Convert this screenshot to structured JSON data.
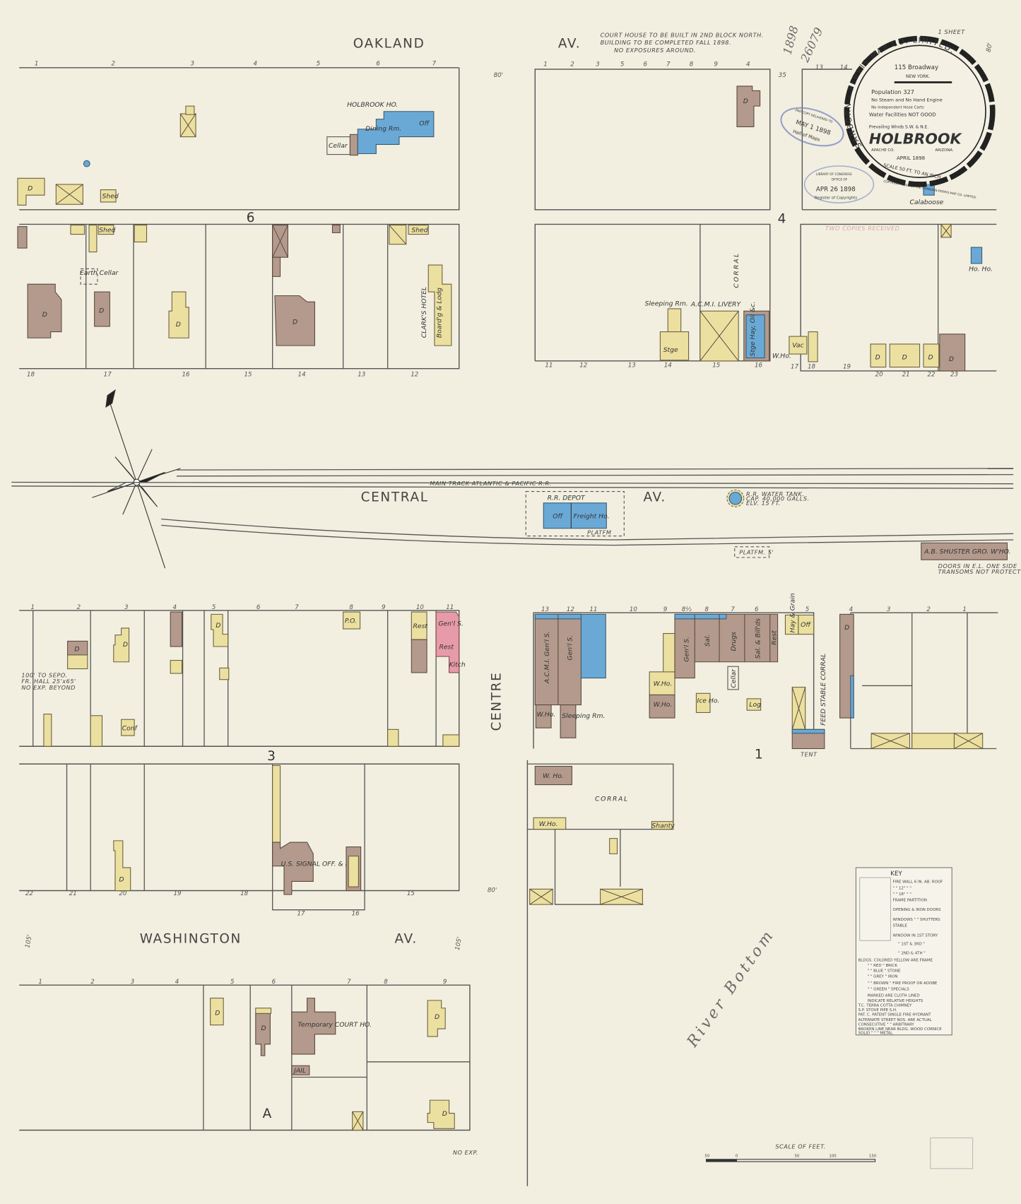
{
  "map": {
    "city": "HOLBROOK",
    "streets": {
      "oakland": "OAKLAND",
      "oakland_av": "AV.",
      "central": "CENTRAL",
      "central_av": "AV.",
      "washington": "WASHINGTON",
      "washington_av": "AV.",
      "centre": "CENTRE",
      "river_bottom": "River Bottom"
    },
    "block_numbers": [
      "6",
      "4",
      "3",
      "1",
      "A"
    ],
    "sheet_label": "1 SHEET",
    "handwritten": [
      "1898",
      "26079"
    ],
    "widths": {
      "w80": "80'",
      "w105": "105'"
    },
    "notes": {
      "court_house": [
        "COURT HOUSE TO BE BUILT IN 2ND BLOCK NORTH.",
        "BUILDING TO BE COMPLETED FALL 1898.",
        "NO EXPOSURES AROUND."
      ],
      "railroad": "MAIN TRACK ATLANTIC & PACIFIC R.R.",
      "water_tank": [
        "R.R. WATER TANK.",
        "CAP. 40,000 GALLS.",
        "ELV. 15 FT."
      ],
      "shuster": [
        "DOORS IN E.L. ONE SIDE",
        "TRANSOMS NOT PROTECTED"
      ],
      "no_exp": "NO EXP.",
      "hall": [
        "100' TO SEPO.",
        "FR. HALL 25'x65'",
        "NO EXP. BEYOND"
      ],
      "two_copies": "TWO COPIES RECEIVED"
    },
    "buildings": {
      "holbrook_ho": "HOLBROOK HO.",
      "dining": "Dining Rm.",
      "off": "Off",
      "cellar": "Cellar",
      "clarks_hotel": "CLARK'S HOTEL",
      "board_lodg": "Board'g & Lodg",
      "shed": "Shed",
      "earth_cellar": "Earth Cellar",
      "dwelling": "D",
      "rr_depot": "R.R. DEPOT",
      "depot_off": "Off",
      "freight": "Freight Ho.",
      "platform": "PLATFM",
      "platform5": "PLATFM. 5'",
      "livery": "A.C.M.I. LIVERY",
      "corral": "CORRAL",
      "sleeping": "Sleeping Rm.",
      "stge": "Stge",
      "stge_hay": "Stge Hay, Oil &c.",
      "who": "W.Ho.",
      "vac": "Vac",
      "calaboose": "Calaboose",
      "ho": "Ho. Ho.",
      "acmi_gens": "A.C.M.I. Gen'l S.",
      "gens": "Gen'l S.",
      "sal": "Sal.",
      "drugs": "Drugs",
      "sal_billds": "Sal. & Bill'ds",
      "rest": "Rest",
      "ice": "Ice Ho.",
      "log": "Log",
      "hay_grain": "Hay & Grain",
      "feed_stable": "FEED STABLE CORRAL",
      "shuster": "A.B. SHUSTER GRO. W'HO.",
      "tent": "TENT",
      "shanty": "Shanty",
      "po": "P.O.",
      "kitch": "Kitch",
      "conf": "Conf",
      "signal_off": "U.S. SIGNAL OFF. & D.",
      "temp_court": "Temporary COURT HO.",
      "jail": "JAIL",
      "who_lower": "W. Ho."
    },
    "cartouche": {
      "company": "SANBORN - PERRIS MAP CO. LIMITED.",
      "address": "115 Broadway",
      "hq": "NEW YORK.",
      "population": "Population 327",
      "engines": "No Steam and No Hand Engine",
      "hose": "No Independent Hose Carts",
      "water": "Water Facilities NOT GOOD",
      "winds": "Prevailing Winds S.W. & N.E.",
      "county": "APACHE CO.",
      "territory": "ARIZONA.",
      "date": "APRIL 1898",
      "scale": "SCALE 50 FT. TO AN INCH",
      "copyright": "COPYRIGHT 1898 BY THE SANBORN-PERRIS MAP CO. LIMITED."
    },
    "stamps": {
      "hall_of_maps": [
        "2ND COPY DELIVERED TO",
        "MAY 1 1898",
        "Hall of Maps"
      ],
      "library": [
        "LIBRARY OF CONGRESS",
        "OFFICE OF",
        "APR 26 1898",
        "Register of Copyrights"
      ]
    },
    "scale_bar": {
      "label": "SCALE OF FEET.",
      "ticks": [
        "50",
        "0",
        "50",
        "100",
        "150"
      ]
    },
    "key": {
      "title": "KEY",
      "lines": [
        "FIRE WALL 6 IN. AB. ROOF",
        "\" \" 12\" \" \"",
        "\" \" 18\" \" \"",
        "FRAME PARTITION",
        "OPENING & IRON DOORS",
        "WINDOWS \" \" SHUTTERS",
        "STABLE",
        "WINDOW IN 1ST STORY",
        "\" 1ST & 3RD \"",
        "\" 2ND & 4TH \"",
        "BLDGS. COLORED YELLOW ARE FRAME",
        "\" \" RED \" BRICK",
        "\" \" BLUE \" STONE",
        "\" \" GREY \" IRON",
        "\" \" BROWN \" FIRE PROOF OR ADOBE",
        "\" \" GREEN \" SPECIALS",
        "MARKED ARE CLOTH LINED",
        "INDICATE RELATIVE HEIGHTS",
        "T.C. TERRA COTTA CHIMNEY",
        "S.P. STOVE PIPE  S.H.",
        "PAT. C. PATENT  SINGLE FIRE HYDRANT",
        "ALTERNATE STREET NOS. ARE ACTUAL",
        "CONSECUTIVE \" \" ARBITRARY",
        "BROKEN LINE NEAR BLDG. WOOD CORNICE",
        "SOLID \" \" \" METAL"
      ]
    },
    "colors": {
      "paper": "#f2efe0",
      "frame": "#ece0a0",
      "brick": "#e79aa8",
      "stone": "#6aa9d6",
      "adobe": "#b39a8c"
    }
  }
}
